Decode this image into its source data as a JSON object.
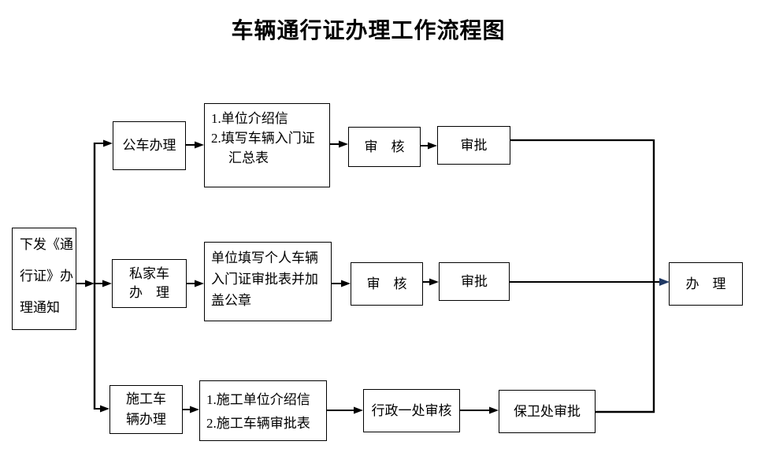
{
  "title": "车辆通行证办理工作流程图",
  "colors": {
    "line": "#000000",
    "merge_arrow": "#1f3864",
    "background": "#ffffff"
  },
  "flow": {
    "start": {
      "lines": [
        "下发《通",
        "行证》办",
        "理通知"
      ]
    },
    "branch_public": {
      "name_label": "公车办理",
      "docs": {
        "lines": [
          "1.单位介绍信",
          "2.填写车辆入门证",
          "汇总表"
        ]
      },
      "review_label": "审　核",
      "approve_label": "审批"
    },
    "branch_private": {
      "name_lines": [
        "私家车",
        "办　理"
      ],
      "docs": {
        "lines": [
          "单位填写个人车辆",
          "入门证审批表并加",
          "盖公章"
        ]
      },
      "review_label": "审　核",
      "approve_label": "审批"
    },
    "branch_construction": {
      "name_lines": [
        "施工车",
        "辆办理"
      ],
      "docs": {
        "lines": [
          "1.施工单位介绍信",
          "2.施工车辆审批表"
        ]
      },
      "review_label": "行政一处审核",
      "approve_label": "保卫处审批"
    },
    "end": {
      "label": "办　理"
    }
  }
}
